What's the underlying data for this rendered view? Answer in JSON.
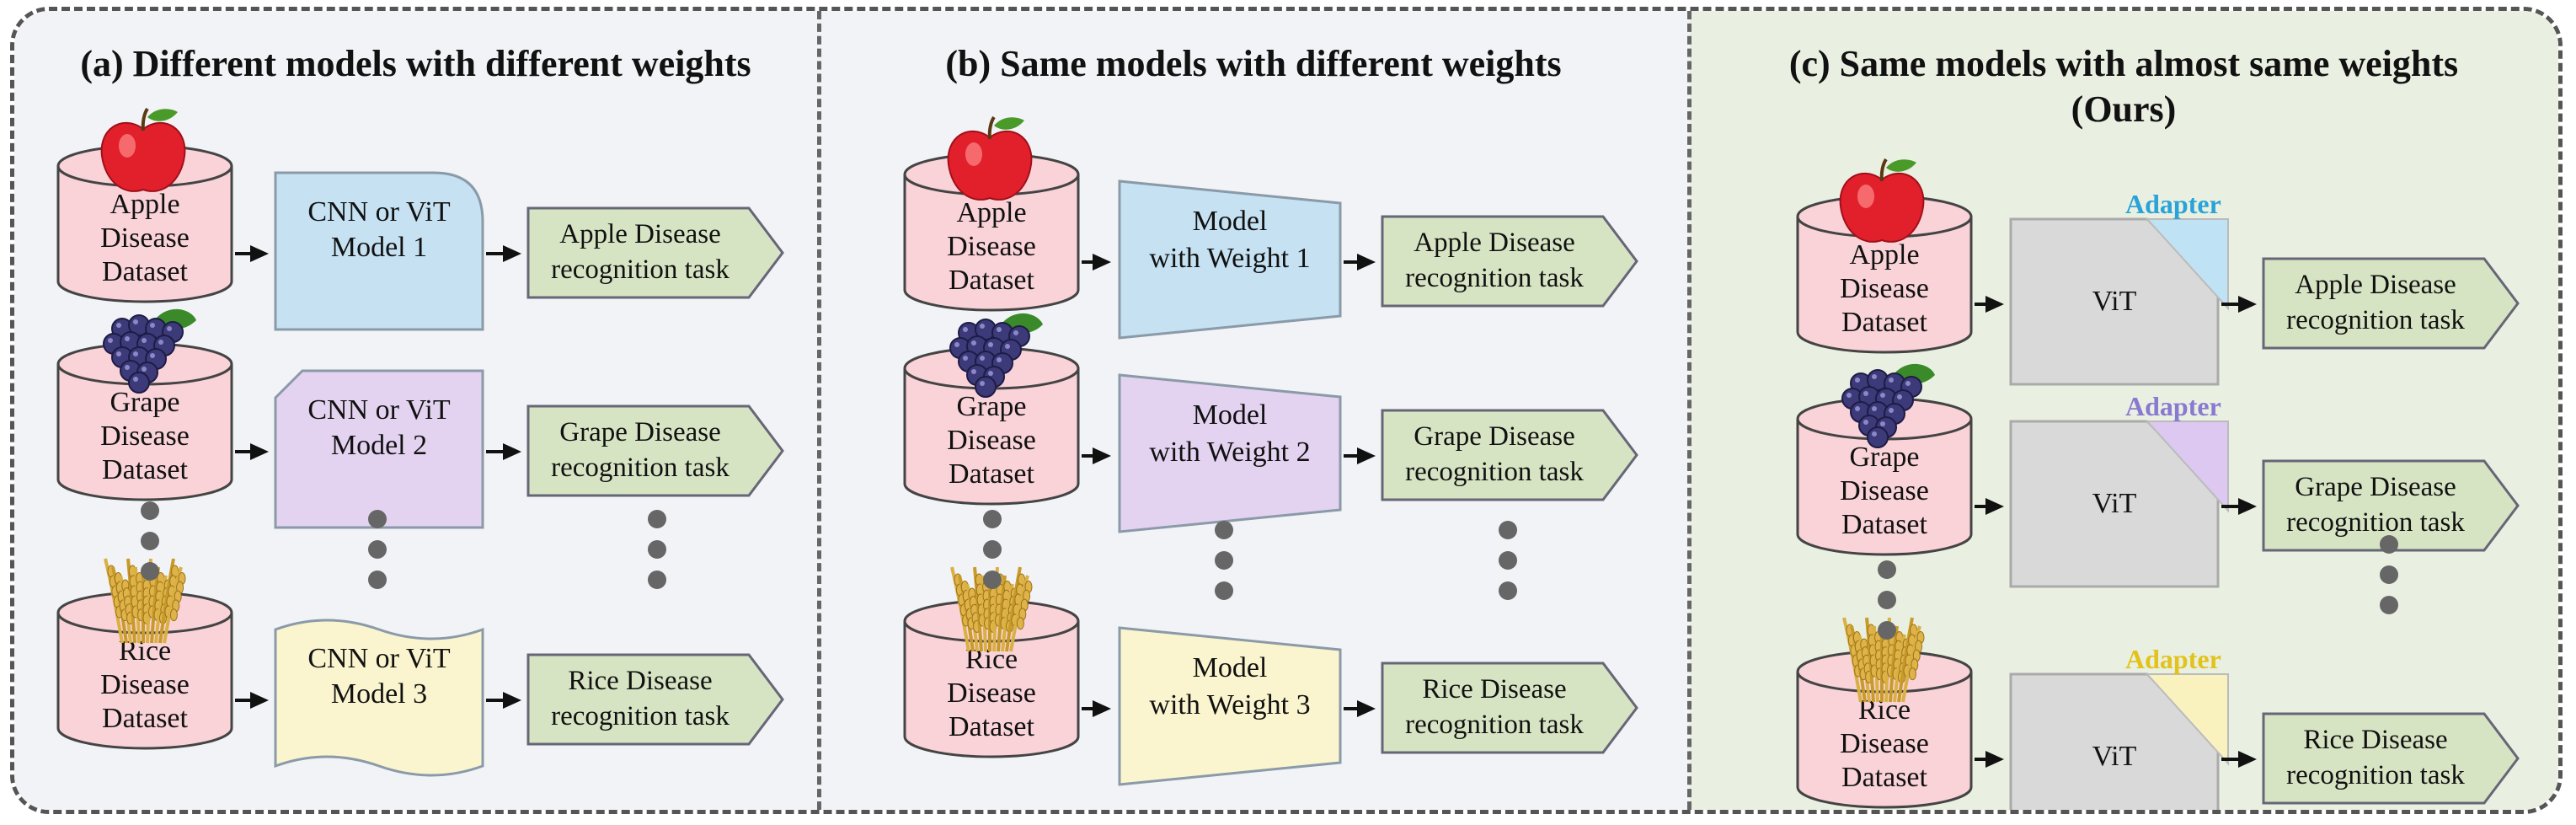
{
  "panels": {
    "a": {
      "title": "(a) Different models with different weights",
      "rows": [
        {
          "dataset": [
            "Apple",
            "Disease",
            "Dataset"
          ],
          "model": [
            "CNN or ViT",
            "Model 1"
          ],
          "task": [
            "Apple Disease",
            "recognition task"
          ]
        },
        {
          "dataset": [
            "Grape",
            "Disease",
            "Dataset"
          ],
          "model": [
            "CNN or ViT",
            "Model 2"
          ],
          "task": [
            "Grape Disease",
            "recognition task"
          ]
        },
        {
          "dataset": [
            "Rice",
            "Disease",
            "Dataset"
          ],
          "model": [
            "CNN or ViT",
            "Model 3"
          ],
          "task": [
            "Rice Disease",
            "recognition task"
          ]
        }
      ]
    },
    "b": {
      "title": "(b) Same models with different weights",
      "rows": [
        {
          "dataset": [
            "Apple",
            "Disease",
            "Dataset"
          ],
          "model": [
            "Model",
            "with Weight 1"
          ],
          "task": [
            "Apple Disease",
            "recognition task"
          ]
        },
        {
          "dataset": [
            "Grape",
            "Disease",
            "Dataset"
          ],
          "model": [
            "Model",
            "with Weight 2"
          ],
          "task": [
            "Grape Disease",
            "recognition task"
          ]
        },
        {
          "dataset": [
            "Rice",
            "Disease",
            "Dataset"
          ],
          "model": [
            "Model",
            "with Weight 3"
          ],
          "task": [
            "Rice Disease",
            "recognition task"
          ]
        }
      ]
    },
    "c": {
      "title": [
        "(c) Same models with almost same weights",
        "(Ours)"
      ],
      "rows": [
        {
          "dataset": [
            "Apple",
            "Disease",
            "Dataset"
          ],
          "model": "ViT",
          "adapter": "Adapter",
          "task": [
            "Apple Disease",
            "recognition task"
          ]
        },
        {
          "dataset": [
            "Grape",
            "Disease",
            "Dataset"
          ],
          "model": "ViT",
          "adapter": "Adapter",
          "task": [
            "Grape Disease",
            "recognition task"
          ]
        },
        {
          "dataset": [
            "Rice",
            "Disease",
            "Dataset"
          ],
          "model": "ViT",
          "adapter": "Adapter",
          "task": [
            "Rice Disease",
            "recognition task"
          ]
        }
      ]
    }
  },
  "colors": {
    "dataset_fill": "#f9d3d8",
    "task_fill": "#d7e4c4",
    "vit_fill": "#d9d9d9",
    "model_1": "#c5e1f2",
    "model_2": "#e3d3f0",
    "model_3": "#faf5cf",
    "adapter_1": "#bfe3f4",
    "adapter_2": "#dcc8f0",
    "adapter_3": "#f9f2bf",
    "adapter_text_1": "#2aa3d8",
    "adapter_text_2": "#8a79d0",
    "adapter_text_3": "#e3c21a"
  },
  "icons": [
    "apple-icon",
    "grape-icon",
    "rice-icon"
  ]
}
